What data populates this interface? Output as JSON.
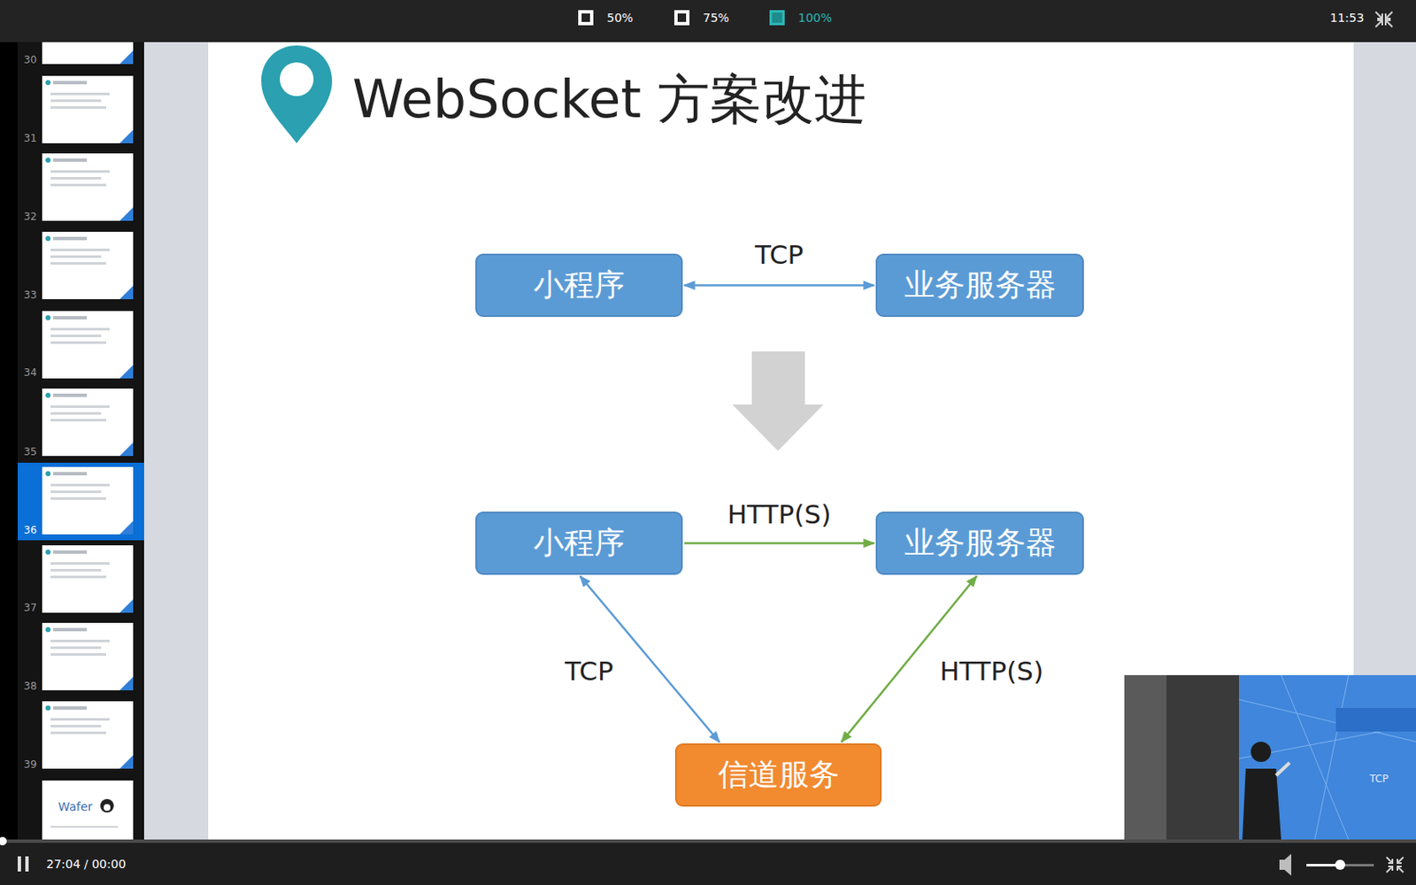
{
  "diagram": {
    "title": "WebSocket 方案改进",
    "nodes": [
      {
        "text": [
          "小程序"
        ]
      },
      {
        "text": [
          "业务服务器"
        ]
      },
      {
        "text": [
          "小程序"
        ]
      },
      {
        "text": [
          "业务服务器"
        ]
      },
      {
        "text": [
          "信道服务"
        ]
      }
    ],
    "edges": [
      {
        "from": 0,
        "to": 1,
        "arrow": "both",
        "label": "TCP"
      },
      {
        "from": 2,
        "to": 3,
        "arrow": "to",
        "label": "HTTP(S)"
      },
      {
        "from": 2,
        "to": 4,
        "arrow": "both",
        "label": "TCP"
      },
      {
        "from": 3,
        "to": 4,
        "arrow": "both",
        "label": "HTTP(S)"
      }
    ],
    "labels": [
      "50%",
      "75%",
      "100%",
      "11:53",
      "30",
      "31",
      "32",
      "33",
      "34",
      "35",
      "36",
      "37",
      "38",
      "39",
      "Wafer",
      "TCP",
      "27:04 / 00:00"
    ]
  }
}
